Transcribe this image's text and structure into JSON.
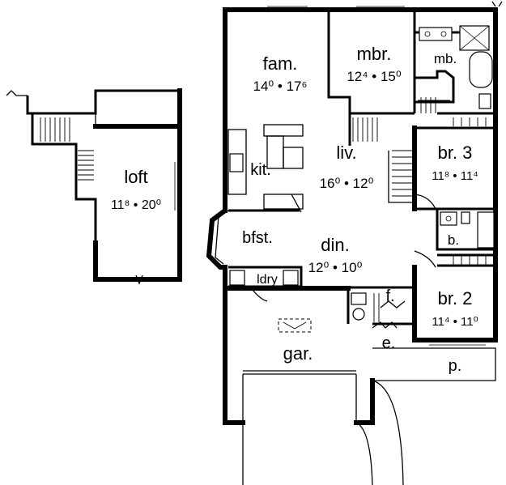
{
  "plan": {
    "rooms": {
      "loft": {
        "name": "loft",
        "dim": "11⁸ • 20⁰"
      },
      "fam": {
        "name": "fam.",
        "dim": "14⁰ • 17⁶"
      },
      "mbr": {
        "name": "mbr.",
        "dim": "12⁴ • 15⁰"
      },
      "mb": {
        "name": "mb."
      },
      "kit": {
        "name": "kit."
      },
      "liv": {
        "name": "liv.",
        "dim": "16⁰ • 12⁰"
      },
      "br3": {
        "name": "br. 3",
        "dim": "11⁸ • 11⁴"
      },
      "b": {
        "name": "b."
      },
      "bfst": {
        "name": "bfst."
      },
      "din": {
        "name": "din.",
        "dim": "12⁰ • 10⁰"
      },
      "ldry": {
        "name": "ldry"
      },
      "f": {
        "name": "f."
      },
      "br2": {
        "name": "br. 2",
        "dim": "11⁴ • 11⁰"
      },
      "gar": {
        "name": "gar."
      },
      "e": {
        "name": "e."
      },
      "p": {
        "name": "p."
      }
    }
  }
}
